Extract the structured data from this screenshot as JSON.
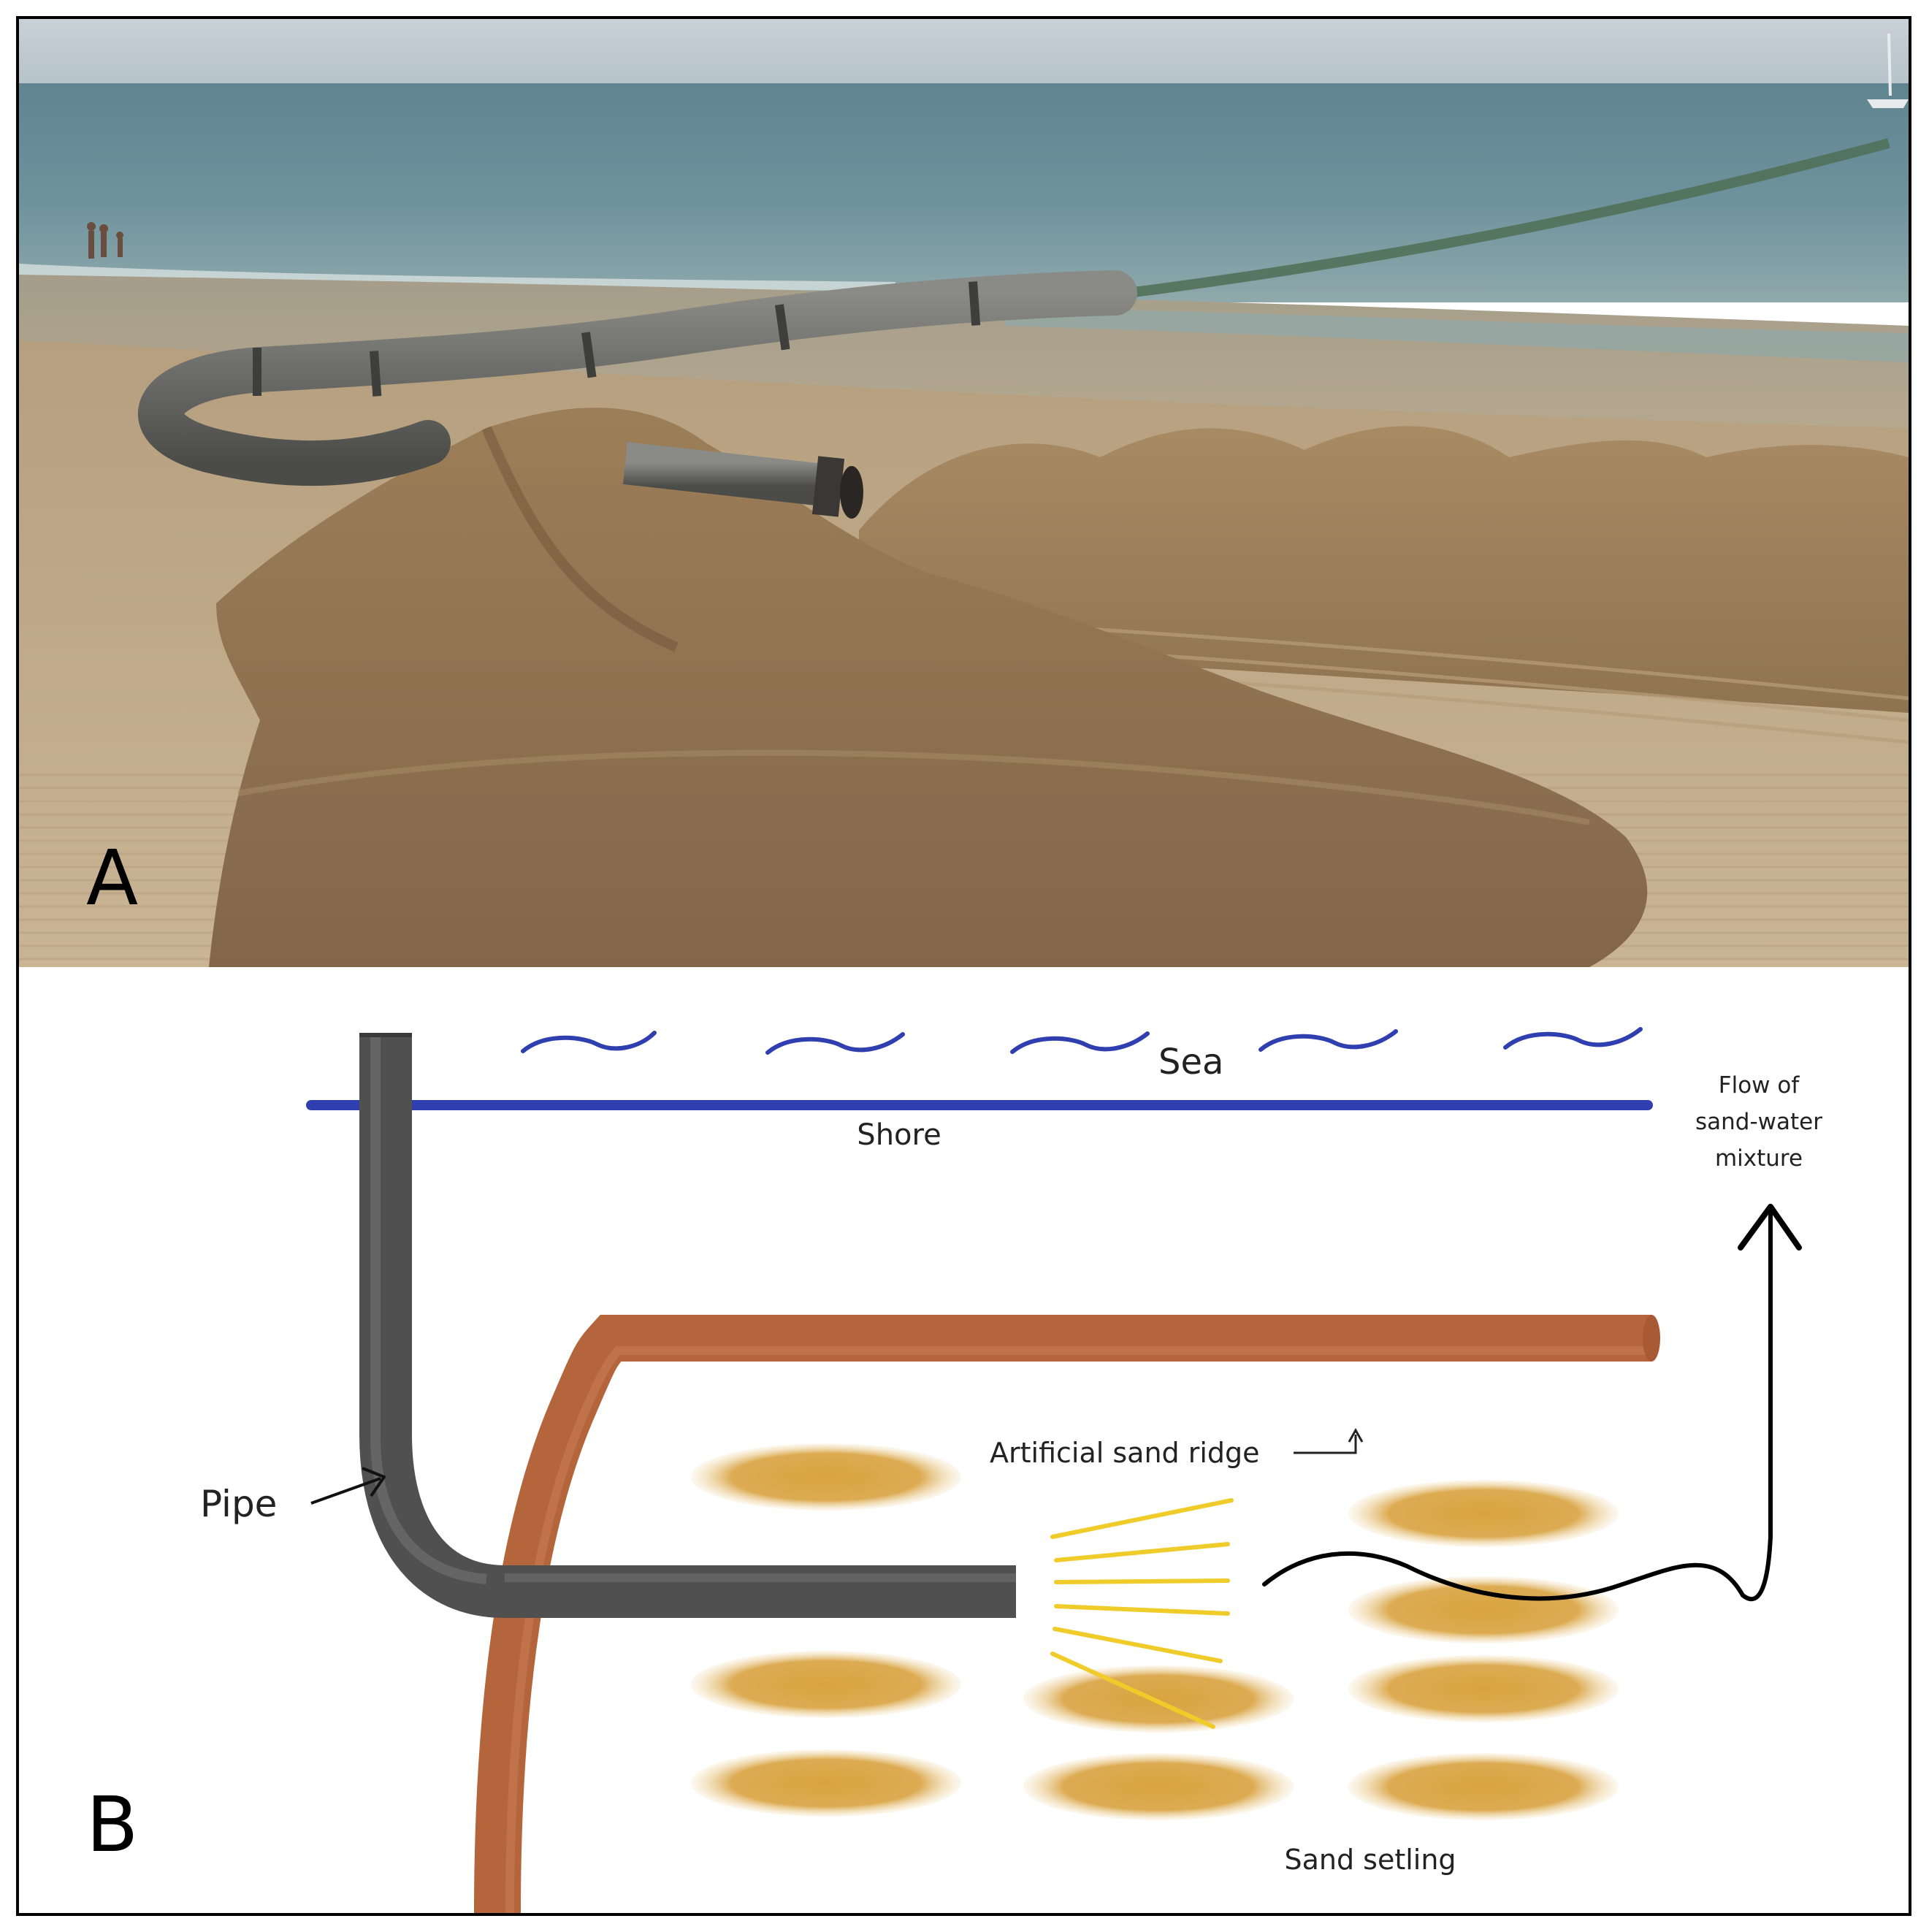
{
  "panel_a": {
    "letter": "A",
    "photo_subject": "beach-nourishment-pipeline-photo"
  },
  "panel_b": {
    "letter": "B",
    "labels": {
      "sea": "Sea",
      "shore": "Shore",
      "flow_line1": "Flow of",
      "flow_line2": "sand-water",
      "flow_line3": "mixture",
      "pipe": "Pipe",
      "ridge": "Artificial sand ridge",
      "settling": "Sand setling"
    }
  },
  "colors": {
    "sea_line": "#2f3fb0",
    "pipe_gray": "#555555",
    "ridge_brown": "#b5653c",
    "sand": "#d9a647",
    "spray": "#f0cc2a"
  }
}
